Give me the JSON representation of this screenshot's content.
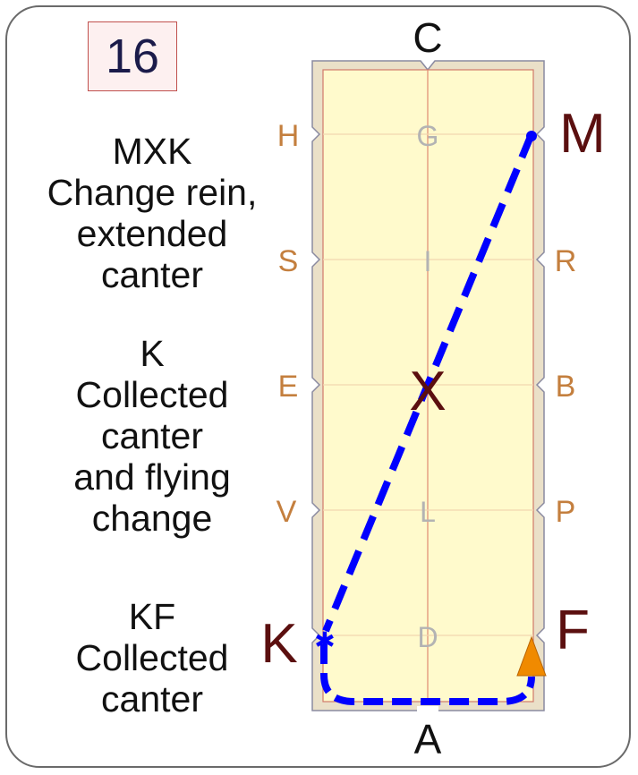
{
  "movement_number": "16",
  "instructions": [
    {
      "lines": [
        "MXK",
        "Change rein,",
        "extended",
        "canter"
      ]
    },
    {
      "lines": [
        "K",
        "Collected",
        "canter",
        "and flying",
        "change"
      ]
    },
    {
      "lines": [
        "KF",
        "Collected",
        "canter"
      ]
    }
  ],
  "letters": {
    "C": "C",
    "A": "A",
    "H": "H",
    "S": "S",
    "E": "E",
    "V": "V",
    "K": "K",
    "M": "M",
    "R": "R",
    "B": "B",
    "P": "P",
    "F": "F",
    "G": "G",
    "I": "I",
    "X": "X",
    "L": "L",
    "D": "D"
  },
  "colors": {
    "arena_fill": "#fffacc",
    "arena_border": "#eae0c8",
    "path": "#0000ff",
    "marker_triangle": "#f08a00",
    "dark_letters": "#5b0f0f",
    "side_letters": "#c47f3e",
    "centerline_letters": "#b3b3b3"
  },
  "markers": {
    "start": "star",
    "end": "triangle"
  }
}
